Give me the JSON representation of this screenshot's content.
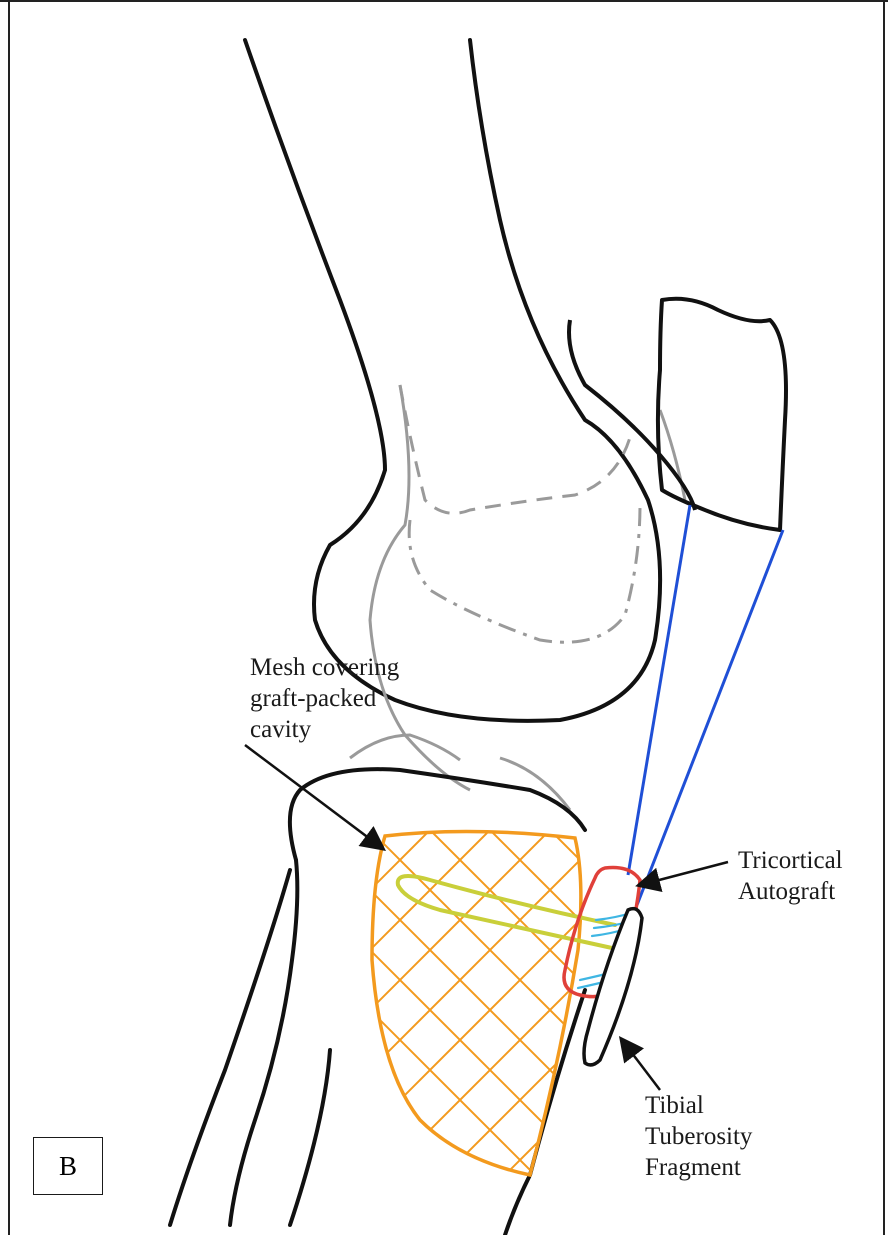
{
  "figure": {
    "panel_letter": "B",
    "labels": {
      "mesh": [
        "Mesh covering",
        "graft-packed",
        "cavity"
      ],
      "tricortical": [
        "Tricortical",
        "Autograft"
      ],
      "tibial": [
        "Tibial",
        "Tuberosity",
        "Fragment"
      ]
    },
    "colors": {
      "bone_outline": "#111111",
      "hidden_contour": "#9a9a9a",
      "mesh": "#f39a1e",
      "graft_outline": "#e0403a",
      "tendon": "#1f4fd6",
      "screw_track": "#c9cf3a",
      "suture": "#3fb6e3"
    }
  }
}
